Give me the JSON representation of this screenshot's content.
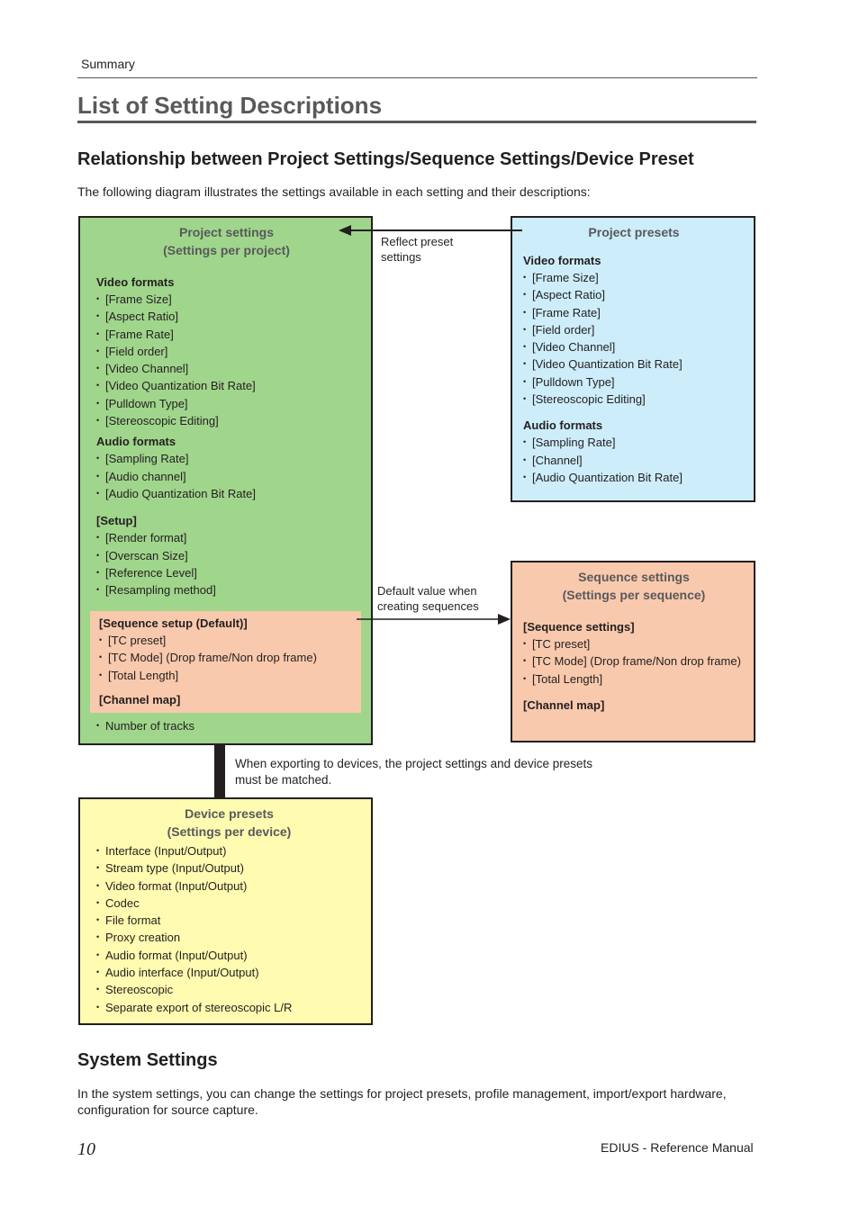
{
  "header": {
    "label": "Summary"
  },
  "page_title": "List of Setting Descriptions",
  "section1": {
    "title": "Relationship between Project Settings/Sequence Settings/Device Preset",
    "intro": "The following diagram illustrates the settings available in each setting and their descriptions:"
  },
  "diagram": {
    "project_settings": {
      "title": "Project settings",
      "subtitle": "(Settings per project)",
      "video_heading": "Video formats",
      "video_items": [
        "[Frame Size]",
        "[Aspect Ratio]",
        "[Frame Rate]",
        "[Field order]",
        "[Video Channel]",
        "[Video Quantization Bit Rate]",
        "[Pulldown Type]",
        "[Stereoscopic Editing]"
      ],
      "audio_heading": "Audio formats",
      "audio_items": [
        "[Sampling Rate]",
        "[Audio channel]",
        "[Audio Quantization Bit Rate]"
      ],
      "setup_heading": "[Setup]",
      "setup_items": [
        "[Render format]",
        "[Overscan Size]",
        "[Reference Level]",
        "[Resampling method]"
      ],
      "sequence_setup_heading": "[Sequence setup (Default)]",
      "sequence_setup_items": [
        "[TC preset]",
        "[TC Mode] (Drop frame/Non drop frame)",
        "[Total Length]"
      ],
      "channel_map_heading": "[Channel map]",
      "tracks_item": "Number of tracks"
    },
    "project_presets": {
      "title": "Project presets",
      "video_heading": "Video formats",
      "video_items": [
        "[Frame Size]",
        "[Aspect Ratio]",
        "[Frame Rate]",
        "[Field order]",
        "[Video Channel]",
        "[Video Quantization Bit Rate]",
        "[Pulldown Type]",
        "[Stereoscopic Editing]"
      ],
      "audio_heading": "Audio formats",
      "audio_items": [
        "[Sampling Rate]",
        "[Channel]",
        "[Audio Quantization Bit Rate]"
      ]
    },
    "sequence_settings": {
      "title": "Sequence settings",
      "subtitle": "(Settings per sequence)",
      "heading": "[Sequence settings]",
      "items": [
        "[TC preset]",
        "[TC Mode] (Drop frame/Non drop frame)",
        "[Total Length]"
      ],
      "channel_map_heading": "[Channel map]"
    },
    "device_presets": {
      "title": "Device presets",
      "subtitle": "(Settings per device)",
      "items": [
        "Interface (Input/Output)",
        "Stream type (Input/Output)",
        "Video format (Input/Output)",
        "Codec",
        "File format",
        "Proxy creation",
        "Audio format (Input/Output)",
        "Audio interface (Input/Output)",
        "Stereoscopic",
        "Separate export of stereoscopic L/R"
      ]
    },
    "labels": {
      "reflect": "Reflect preset settings",
      "default_value": "Default value when creating sequences",
      "export_note": "When exporting to devices, the project settings and device presets must be matched."
    }
  },
  "section2": {
    "title": "System Settings",
    "body": "In the system settings, you can change the settings for project presets, profile management, import/export hardware, configuration for source capture."
  },
  "footer": {
    "page_number": "10",
    "manual": "EDIUS - Reference Manual"
  }
}
